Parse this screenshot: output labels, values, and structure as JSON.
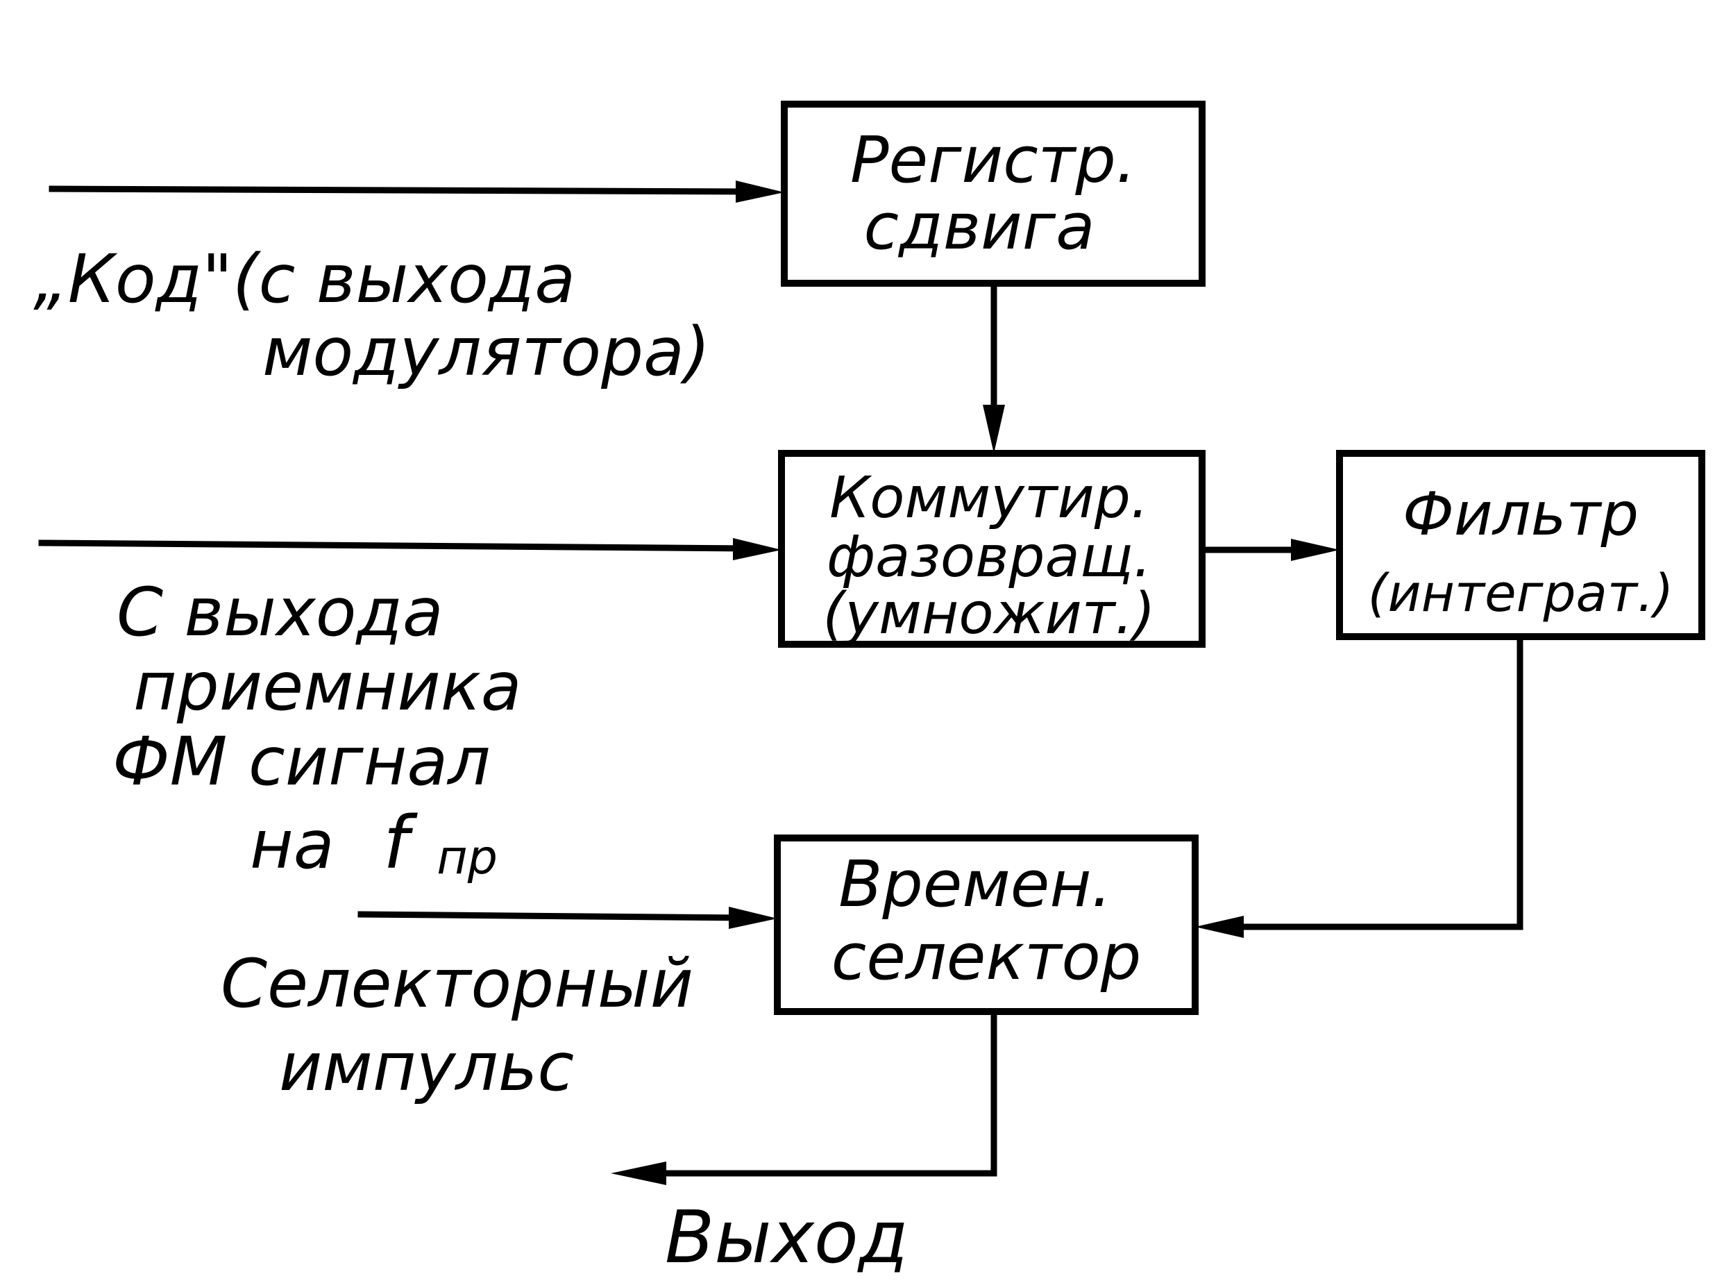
{
  "blocks": {
    "shift_register": {
      "line1": "Регистр.",
      "line2": "сдвига"
    },
    "switching_phase_shifter": {
      "line1": "Коммутир.",
      "line2": "фазовращ.",
      "line3": "(умножит.)"
    },
    "filter": {
      "line1": "Фильтр",
      "line2": "(интеграт.)"
    },
    "time_selector": {
      "line1": "Времен.",
      "line2": "селектор"
    }
  },
  "inputs": {
    "code": {
      "line1": "„Код\"(с выхода",
      "line2": "модулятора)"
    },
    "receiver": {
      "line1": "С выхода",
      "line2": "приемника",
      "line3": "ФМ сигнал",
      "line4_prefix": "на",
      "freq_symbol": "f",
      "freq_subscript": "пр"
    },
    "selector_pulse": {
      "line1": "Селекторный",
      "line2": "импульс"
    }
  },
  "output": {
    "label": "Выход"
  },
  "colors": {
    "ink": "#000000",
    "paper": "#ffffff"
  }
}
